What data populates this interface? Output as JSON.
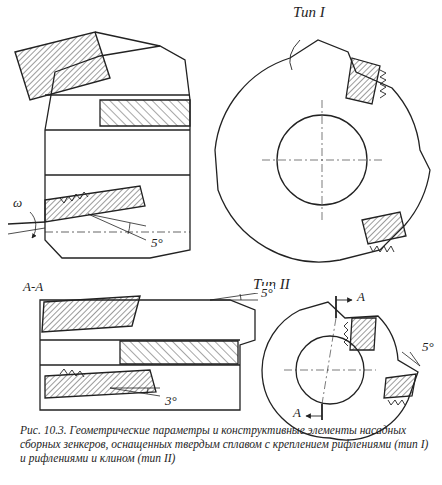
{
  "diagram": {
    "caption": "Рис. 10.3. Геометрические параметры и конструктивные элементы насадных сборных зенкеров, оснащенных твердым сплавом с креплением рифлениями (тип I) и рифлениями и клином (тип II)",
    "labels": [
      "Тип I",
      "ω",
      "5°",
      "А-А",
      "Тип II",
      "5°",
      "А",
      "А",
      "3°",
      "5°"
    ]
  }
}
